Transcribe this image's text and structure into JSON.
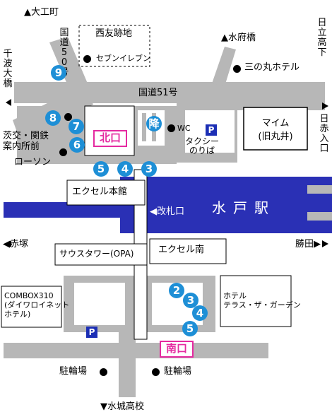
{
  "labels": {
    "daikumachi": "▲大工町",
    "nishitomo": "西友跡地",
    "kokudo50": "国道50号",
    "seven": "セブンイレブン",
    "suifubashi": "▲水府橋",
    "hitachi_high": "日立高下",
    "senba": "千波大橋",
    "sannomaru": "三の丸ホテル",
    "kokudo51": "国道51号",
    "maimu": "マイム\n(旧丸井)",
    "hitachi_iriguchi": "日赤入口",
    "ibakou": "茨交・関鉄\n案内所前",
    "lawson": "ローソン",
    "kitaguchi": "北口",
    "noboru": "降",
    "wc": "WC",
    "parking": "P",
    "taxi": "タクシー\nのりば",
    "excel_honkan": "エクセル本館",
    "kaisatsu": "◀改札口",
    "mito_station": "水戸駅",
    "akatsuka": "◀赤塚",
    "katsuta": "勝田▶",
    "south_tower": "サウスタワー(OPA)",
    "excel_minami": "エクセル南",
    "combox": "COMBOX310\n(ダイワロイネット\nホテル)",
    "terrace": "ホテル\nテラス・ザ・ガーデン",
    "minamiguchi": "南口",
    "churinjo_left": "駐輪場",
    "churinjo_right": "駐輪場",
    "mito_high": "▼水城高校"
  },
  "stops": {
    "n9": "9",
    "n8": "8",
    "n7": "7",
    "n6": "6",
    "n5": "5",
    "n4": "4",
    "n3": "3",
    "s2": "2",
    "s3": "3",
    "s4": "4",
    "s5": "5"
  },
  "colors": {
    "road": "#b7b7b7",
    "station": "#2a30b5",
    "stop": "#1e8fd6",
    "gate": "#e52aa0"
  }
}
